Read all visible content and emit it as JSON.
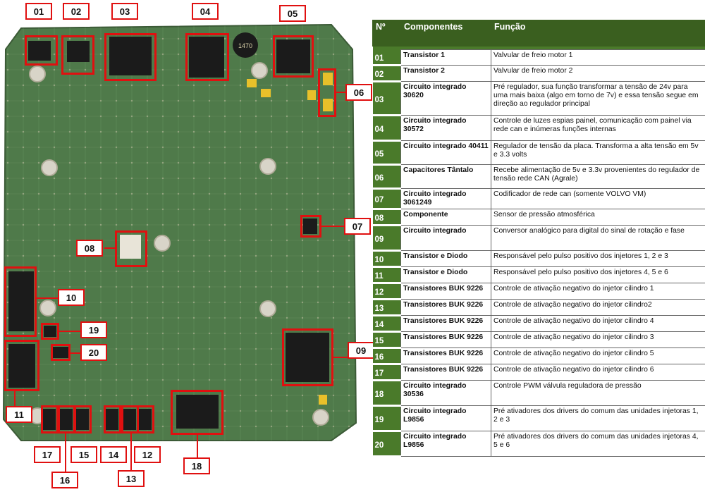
{
  "callouts": [
    "01",
    "02",
    "03",
    "04",
    "05",
    "06",
    "07",
    "08",
    "09",
    "10",
    "11",
    "12",
    "13",
    "14",
    "15",
    "16",
    "17",
    "18",
    "19",
    "20"
  ],
  "inductor_marking": "1470",
  "table": {
    "headers": {
      "num": "Nº",
      "component": "Componentes",
      "function": "Função"
    },
    "rows": [
      {
        "num": "01",
        "component": "Transistor 1",
        "function": "Valvular de freio motor 1"
      },
      {
        "num": "02",
        "component": "Transistor 2",
        "function": "Valvular de freio motor 2"
      },
      {
        "num": "03",
        "component": "Circuito integrado 30620",
        "function": "Pré regulador, sua função transformar a tensão de 24v para uma mais baixa (algo em torno de 7v) e essa tensão segue em direção ao regulador principal"
      },
      {
        "num": "04",
        "component": "Circuito integrado 30572",
        "function": "Controle de luzes espias painel, comunicação com painel via rede can e inúmeras funções internas"
      },
      {
        "num": "05",
        "component": "Circuito integrado 40411",
        "function": "Regulador de tensão da placa. Transforma a alta tensão em 5v e 3.3 volts"
      },
      {
        "num": "06",
        "component": "Capacitores Tântalo",
        "function": "Recebe alimentação de 5v e 3.3v provenientes do regulador de tensão rede CAN (Agrale)"
      },
      {
        "num": "07",
        "component": "Circuito integrado 3061249",
        "function": "Codificador de rede can (somente VOLVO VM)"
      },
      {
        "num": "08",
        "component": "Componente",
        "function": "Sensor de pressão atmosférica"
      },
      {
        "num": "09",
        "component": "Circuito integrado",
        "function": "Conversor analógico para digital do sinal de rotação e fase"
      },
      {
        "num": "10",
        "component": "Transistor e Diodo",
        "function": "Responsável pelo pulso positivo dos injetores 1, 2 e 3"
      },
      {
        "num": "11",
        "component": "Transistor e Diodo",
        "function": "Responsável pelo pulso positivo dos injetores 4, 5 e 6"
      },
      {
        "num": "12",
        "component": "Transistores BUK 9226",
        "function": "Controle de ativação negativo do injetor cilindro 1"
      },
      {
        "num": "13",
        "component": "Transistores BUK 9226",
        "function": "Controle de ativação negativo do injetor cilindro2"
      },
      {
        "num": "14",
        "component": "Transistores BUK 9226",
        "function": "Controle de ativação negativo do injetor cilindro 4"
      },
      {
        "num": "15",
        "component": "Transistores BUK 9226",
        "function": "Controle de ativação negativo do injetor cilindro 3"
      },
      {
        "num": "16",
        "component": "Transistores BUK 9226",
        "function": "Controle de ativação negativo do injetor cilindro 5"
      },
      {
        "num": "17",
        "component": "Transistores BUK 9226",
        "function": "Controle de ativação negativo do injetor cilindro 6"
      },
      {
        "num": "18",
        "component": "Circuito integrado 30536",
        "function": "Controle PWM válvula reguladora de pressão"
      },
      {
        "num": "19",
        "component": "Circuito integrado L9856",
        "function": "Pré ativadores dos drivers do comum das unidades injetoras 1, 2 e 3"
      },
      {
        "num": "20",
        "component": "Circuito integrado L9856",
        "function": "Pré ativadores dos drivers do comum das unidades injetoras 4, 5 e 6"
      }
    ]
  }
}
